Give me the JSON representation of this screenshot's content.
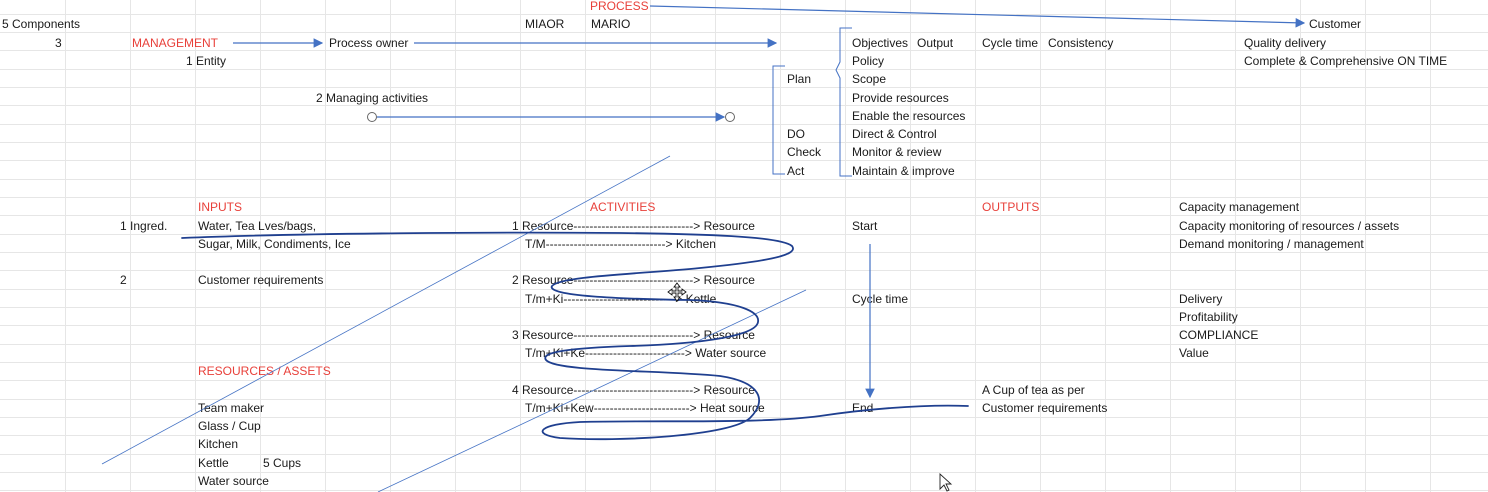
{
  "colors": {
    "accent_red": "#e8403a",
    "arrow_blue": "#4472c4",
    "ink_blue": "#1f3f8f",
    "gridline": "#e4e4e4"
  },
  "header": {
    "process": "PROCESS",
    "customer": "Customer",
    "five_components": "5 Components",
    "miaor": "MIAOR",
    "mario": "MARIO"
  },
  "management": {
    "num": "3",
    "title": "MANAGEMENT",
    "process_owner": "Process owner",
    "entity": "1 Entity",
    "managing_activities": "2 Managing activities"
  },
  "pdca": {
    "row1": [
      "Objectives",
      "Output",
      "Cycle time",
      "Consistency"
    ],
    "plan": "Plan",
    "plan_items": [
      "Policy",
      "Scope",
      "Provide resources",
      "Enable the resources"
    ],
    "do": "DO",
    "do_item": "Direct & Control",
    "check": "Check",
    "check_item": "Monitor & review",
    "act": "Act",
    "act_item": "Maintain & improve"
  },
  "quality": {
    "q1": "Quality delivery",
    "q2": "Complete & Comprehensive ON TIME"
  },
  "inputs": {
    "title": "INPUTS",
    "num1": "1 Ingred.",
    "line1": "Water, Tea Lves/bags,",
    "line2": "Sugar, Milk, Condiments, Ice",
    "num2": "2",
    "customer_req": "Customer requirements"
  },
  "resources": {
    "title": "RESOURCES / ASSETS",
    "items": [
      "Team maker",
      "Glass / Cup",
      "Kitchen",
      "Kettle",
      "Water source"
    ],
    "kettle_note": "5 Cups"
  },
  "activities": {
    "title": "ACTIVITIES",
    "rows": [
      {
        "left": "1 Resource------------------------------> Resource",
        "sub": "T/M------------------------------> Kitchen"
      },
      {
        "left": "2 Resource------------------------------> Resource",
        "sub": "T/m+Ki----------------------------> Kettle"
      },
      {
        "left": "3 Resource------------------------------> Resource",
        "sub": "T/m+Ki+Ke-------------------------> Water source"
      },
      {
        "left": "4 Resource------------------------------> Resource",
        "sub": "T/m+Ki+Kew------------------------> Heat source"
      }
    ]
  },
  "flow": {
    "start": "Start",
    "cycle_time": "Cycle time",
    "end": "End"
  },
  "outputs": {
    "title": "OUTPUTS",
    "cup1": "A Cup of tea as per",
    "cup2": "Customer requirements"
  },
  "capacity": {
    "items": [
      "Capacity management",
      "Capacity monitoring of resources / assets",
      "Demand monitoring / management"
    ],
    "metrics": [
      "Delivery",
      "Profitability",
      "COMPLIANCE",
      "Value"
    ]
  }
}
